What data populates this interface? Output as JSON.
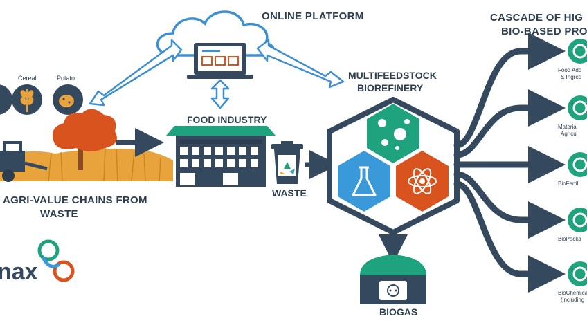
{
  "labels": {
    "online_platform": "ONLINE PLATFORM",
    "cascade_line1": "CASCADE OF HIG",
    "cascade_line2": "BIO-BASED PRO",
    "biorefinery_line1": "MULTIFEEDSTOCK",
    "biorefinery_line2": "BIOREFINERY",
    "food_industry": "FOOD INDUSTRY",
    "waste": "WASTE",
    "biogas": "BIOGAS",
    "agri_line1": "AGRI-VALUE CHAINS FROM",
    "agri_line2": "WASTE",
    "logo_text": "nax"
  },
  "feedstocks": [
    "Cereal",
    "Potato"
  ],
  "products": [
    {
      "line1": "Food Add",
      "line2": "& Ingred",
      "icon": "fork-knife-icon"
    },
    {
      "line1": "Material",
      "line2": "Agricul",
      "icon": "plant-pot-icon"
    },
    {
      "line1": "BioFertil",
      "line2": "",
      "icon": "flower-icon"
    },
    {
      "line1": "BioPacka",
      "line2": "",
      "icon": "bottle-icon"
    },
    {
      "line1": "BioChemicals",
      "line2": "(including",
      "icon": "flask-icon"
    }
  ],
  "colors": {
    "navy": "#34495e",
    "green": "#1fa37f",
    "blue": "#3a9ad9",
    "orange": "#d9531e",
    "sky": "#3d8fd1",
    "wheat": "#e8a33d"
  }
}
